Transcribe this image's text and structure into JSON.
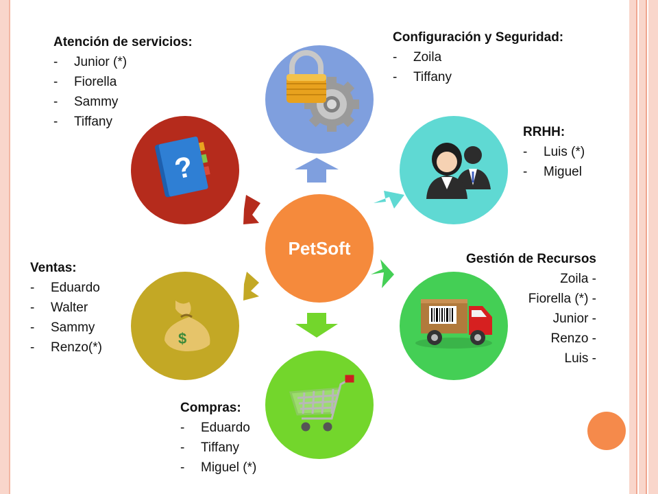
{
  "center": {
    "label": "PetSoft"
  },
  "nodes": [
    {
      "id": "configuracion",
      "heading": "Configuración y Seguridad:",
      "members": [
        "Zoila",
        "Tiffany"
      ],
      "color": "#7f9fde",
      "icon": "lock-gear-icon"
    },
    {
      "id": "rrhh",
      "heading": "RRHH:",
      "members": [
        "Luis (*)",
        "Miguel"
      ],
      "color": "#5fd9d3",
      "icon": "people-icon"
    },
    {
      "id": "gestion",
      "heading": "Gestión de Recursos",
      "members": [
        "Zoila",
        "Fiorella (*)",
        "Junior",
        "Renzo",
        "Luis"
      ],
      "color": "#44cf55",
      "icon": "truck-icon"
    },
    {
      "id": "compras",
      "heading": "Compras:",
      "members": [
        "Eduardo",
        "Tiffany",
        "Miguel (*)"
      ],
      "color": "#73d62c",
      "icon": "shopping-cart-icon"
    },
    {
      "id": "ventas",
      "heading": "Ventas:",
      "members": [
        "Eduardo",
        "Walter",
        "Sammy",
        "Renzo(*)"
      ],
      "color": "#c3a825",
      "icon": "money-bag-icon"
    },
    {
      "id": "atencion",
      "heading": "Atención de servicios:",
      "members": [
        "Junior (*)",
        "Fiorella",
        "Sammy",
        "Tiffany"
      ],
      "color": "#b52b1c",
      "icon": "help-book-icon"
    }
  ],
  "colors": {
    "center": "#f58a3c",
    "accent_circle": "#f58a4b"
  }
}
